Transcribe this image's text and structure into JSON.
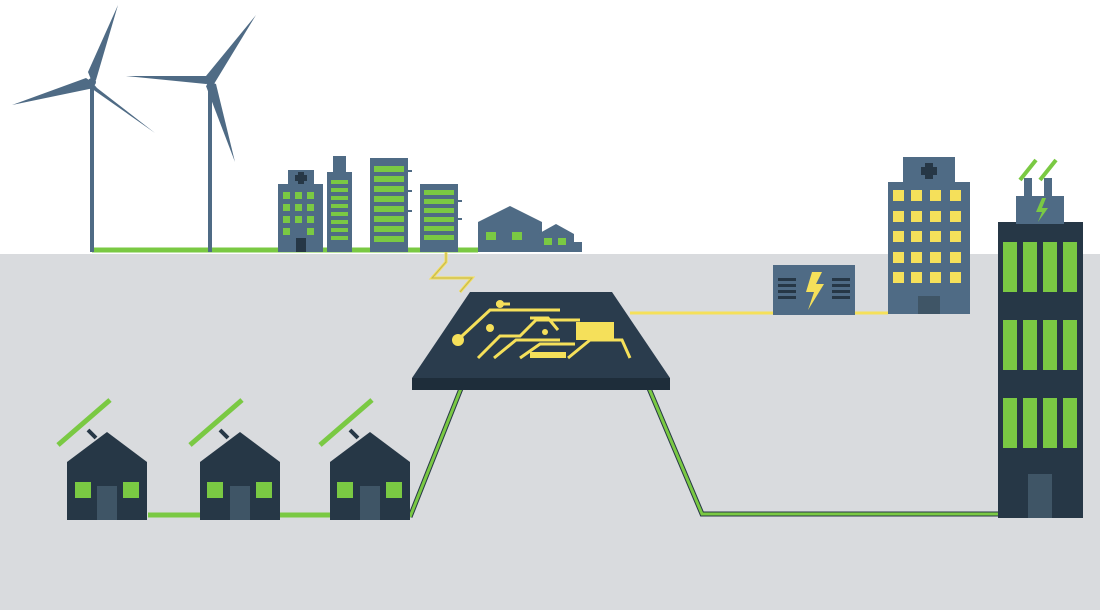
{
  "scene": {
    "description_elements": [
      "wind-turbines",
      "city-buildings",
      "houses",
      "smart-grid-chip",
      "substation",
      "hospital",
      "power-plant",
      "solar-houses"
    ]
  },
  "colors": {
    "sky": "#ffffff",
    "ground": "#d9dbde",
    "building_blue": "#4f6b85",
    "building_dark": "#263746",
    "window_green": "#7ac943",
    "window_yellow": "#f5e05a",
    "power_line_green": "#7ac943",
    "power_line_yellow": "#f5e05a",
    "door": "#3f5566"
  },
  "icons": {
    "hospital_cross": "plus-icon",
    "substation_symbol": "lightning-bolt-icon",
    "plant_symbol": "lightning-bolt-icon"
  }
}
